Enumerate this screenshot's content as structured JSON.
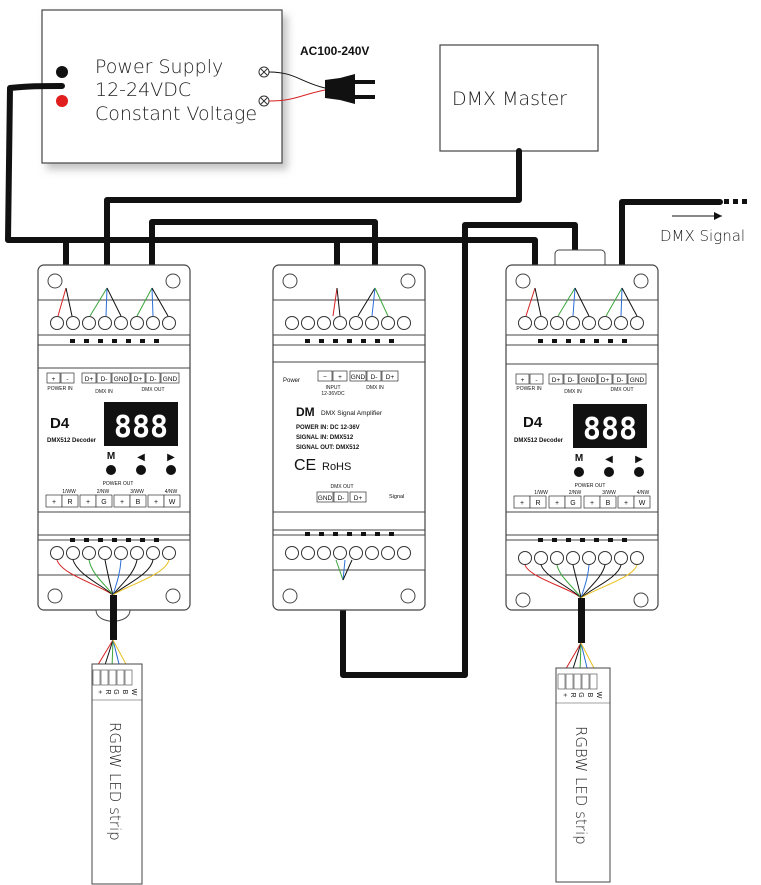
{
  "power_supply": {
    "line1": "Power Supply",
    "line2": "12-24VDC",
    "line3": "Constant Voltage",
    "ac_label": "AC100-240V"
  },
  "dmx_master": {
    "label": "DMX Master"
  },
  "dmx_signal": {
    "label": "DMX Signal"
  },
  "decoder_left": {
    "model": "D4",
    "desc": "DMX512 Decoder",
    "display": "888",
    "top_terms": [
      "+",
      "-",
      "D+",
      "D-",
      "GND",
      "D+",
      "D-",
      "GND"
    ],
    "power_in": "POWER IN",
    "dmx_in": "DMX IN",
    "dmx_out": "DMX OUT",
    "btn_m": "M",
    "btn_left": "◀",
    "btn_right": "▶",
    "power_out": "POWER OUT",
    "ch": [
      "1/WW",
      "2/NW",
      "3/WW",
      "4/NW"
    ],
    "bottom_terms": [
      "+",
      "R",
      "+",
      "G",
      "+",
      "B",
      "+",
      "W"
    ]
  },
  "decoder_right": {
    "model": "D4",
    "desc": "DMX512 Decoder",
    "display": "888",
    "top_terms": [
      "+",
      "-",
      "D+",
      "D-",
      "GND",
      "D+",
      "D-",
      "GND"
    ],
    "power_in": "POWER IN",
    "dmx_in": "DMX IN",
    "dmx_out": "DMX OUT",
    "btn_m": "M",
    "btn_left": "◀",
    "btn_right": "▶",
    "power_out": "POWER OUT",
    "ch": [
      "1/WW",
      "2/NW",
      "3/WW",
      "4/NW"
    ],
    "bottom_terms": [
      "+",
      "R",
      "+",
      "G",
      "+",
      "B",
      "+",
      "W"
    ]
  },
  "amplifier": {
    "power_label": "Power",
    "top_terms": [
      "−",
      "+",
      "GND",
      "D-",
      "D+"
    ],
    "input_label1": "INPUT",
    "input_label2": "12-36VDC",
    "dmx_in": "DMX IN",
    "model": "DM",
    "desc": "DMX Signal Amplifier",
    "spec1": "POWER IN: DC 12-36V",
    "spec2": "SIGNAL IN: DMX512",
    "spec3": "SIGNAL OUT: DMX512",
    "ce": "CE",
    "rohs": "RoHS",
    "dmx_out": "DMX OUT",
    "out_terms": [
      "GND",
      "D-",
      "D+"
    ],
    "signal": "Signal"
  },
  "strip_left": {
    "label": "RGBW LED strip",
    "pins": [
      "W",
      "B",
      "G",
      "R",
      "+"
    ]
  },
  "strip_right": {
    "label": "RGBW LED strip",
    "pins": [
      "W",
      "B",
      "G",
      "R",
      "+"
    ]
  },
  "colors": {
    "wire": "#111111",
    "red_wire": "#d62020",
    "green": "#3aa53a",
    "blue": "#2b6fd6",
    "yellow": "#e8c020"
  }
}
